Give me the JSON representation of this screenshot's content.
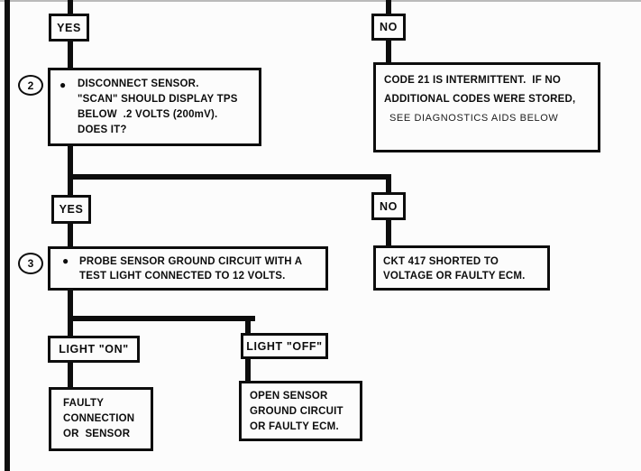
{
  "flowchart": {
    "colors": {
      "ink": "#0d0d0d",
      "paper": "#fcfcfc"
    },
    "bullet": "●",
    "branch_labels": {
      "yes_top": "YES",
      "no_top": "NO",
      "yes_mid": "YES",
      "no_mid": "NO",
      "light_on": "LIGHT \"ON\"",
      "light_off": "LIGHT \"OFF\""
    },
    "step_numbers": {
      "step2": "2",
      "step3": "3"
    },
    "boxes": {
      "disconnect": {
        "lines": [
          "DISCONNECT SENSOR.",
          "\"SCAN\" SHOULD DISPLAY TPS",
          "BELOW  .2 VOLTS (200mV).",
          "DOES IT?"
        ]
      },
      "code21": {
        "lines": [
          "CODE 21 IS INTERMITTENT.  IF NO",
          "ADDITIONAL CODES WERE STORED,",
          "SEE DIAGNOSTICS AIDS BELOW"
        ]
      },
      "probe": {
        "lines": [
          "PROBE SENSOR GROUND CIRCUIT WITH A",
          "TEST LIGHT CONNECTED TO 12 VOLTS."
        ]
      },
      "ckt417": {
        "lines": [
          "CKT 417 SHORTED TO",
          "VOLTAGE OR FAULTY ECM."
        ]
      },
      "faulty_connection": {
        "lines": [
          "FAULTY",
          "CONNECTION",
          "OR  SENSOR"
        ]
      },
      "open_ground": {
        "lines": [
          "OPEN SENSOR",
          "GROUND CIRCUIT",
          "OR FAULTY ECM."
        ]
      }
    }
  }
}
